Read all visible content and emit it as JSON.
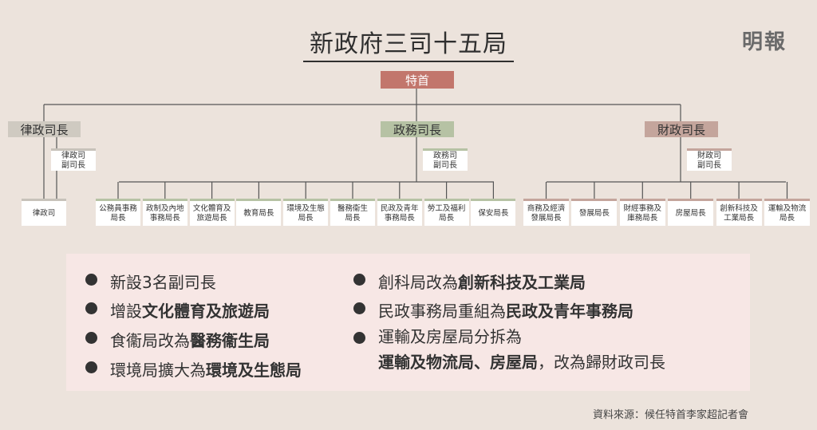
{
  "title": "新政府三司十五局",
  "logo": "明報",
  "chief": "特首",
  "secretaries": {
    "justice": {
      "label": "律政司長",
      "deputy": "律政司\n副司長"
    },
    "admin": {
      "label": "政務司長",
      "deputy": "政務司\n副司長"
    },
    "finance": {
      "label": "財政司長",
      "deputy": "財政司\n副司長"
    }
  },
  "bureaus": {
    "justice": [
      "律政司"
    ],
    "admin": [
      "公務員事務\n局長",
      "政制及內地\n事務局長",
      "文化體育及\n旅遊局長",
      "教育局長",
      "環境及生態\n局長",
      "醫務衞生\n局長",
      "民政及青年\n事務局長",
      "勞工及福利\n局長",
      "保安局長"
    ],
    "finance": [
      "商務及經濟\n發展局長",
      "發展局長",
      "財經事務及\n庫務局長",
      "房屋局長",
      "創新科技及\n工業局長",
      "運輸及物流\n局長"
    ]
  },
  "notes": {
    "left": [
      {
        "plain": "新設3名副司長",
        "bold": ""
      },
      {
        "plain": "增設",
        "bold": "文化體育及旅遊局"
      },
      {
        "plain": "食衞局改為",
        "bold": "醫務衞生局"
      },
      {
        "plain": "環境局擴大為",
        "bold": "環境及生態局"
      }
    ],
    "right": [
      {
        "plain": "創科局改為",
        "bold": "創新科技及工業局"
      },
      {
        "plain": "民政事務局重組為",
        "bold": "民政及青年事務局"
      },
      {
        "plain": "運輸及房屋局分拆為",
        "line2_bold": "運輸及物流局、房屋局",
        "line2_plain": "，改為歸財政司長"
      }
    ]
  },
  "source": "資料來源：候任特首李家超記者會",
  "colors": {
    "chief": "#c2766c",
    "justice": "#cfcac1",
    "admin": "#b6c2a4",
    "finance": "#c4a59c",
    "panel": "#f7e7e5",
    "background": "#ece3dc"
  }
}
